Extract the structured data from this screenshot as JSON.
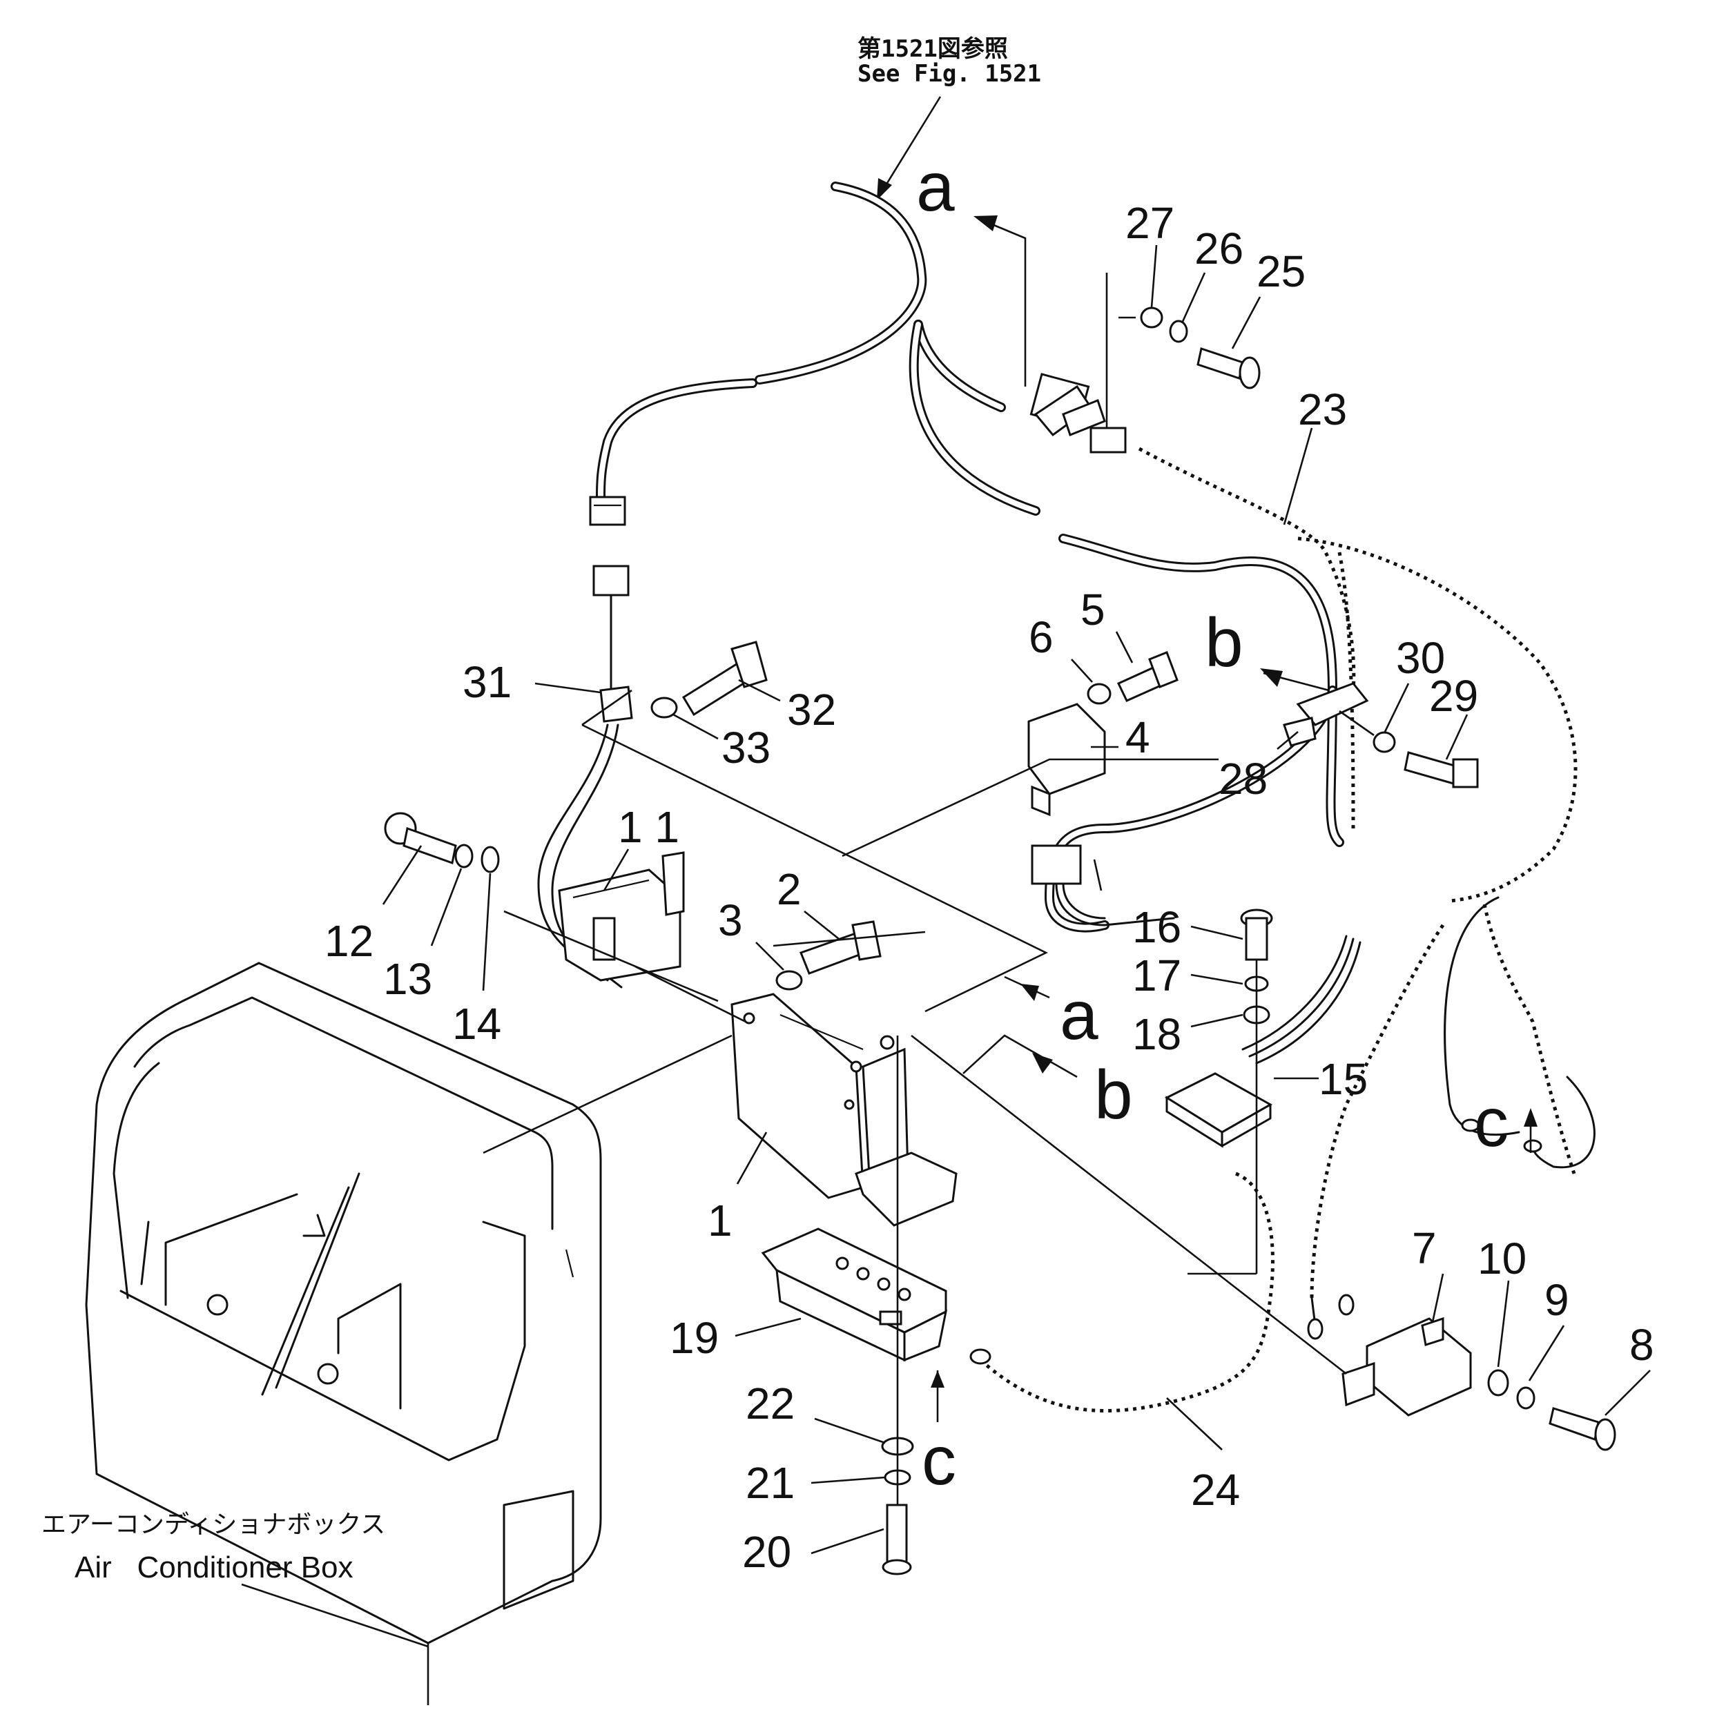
{
  "figure_ref": {
    "japanese": "第1521図参照",
    "english": "See Fig. 1521"
  },
  "box_label": {
    "japanese": "エアーコンディショナボックス",
    "english": "Air   Conditioner Box"
  },
  "view_letters": {
    "a": "a",
    "b": "b",
    "c": "c"
  },
  "callouts": {
    "n1": "1",
    "n2": "2",
    "n3": "3",
    "n4": "4",
    "n5": "5",
    "n6": "6",
    "n7": "7",
    "n8": "8",
    "n9": "9",
    "n10": "10",
    "n11": "1 1",
    "n12": "12",
    "n13": "13",
    "n14": "14",
    "n15": "15",
    "n16": "16",
    "n17": "17",
    "n18": "18",
    "n19": "19",
    "n20": "20",
    "n21": "21",
    "n22": "22",
    "n23": "23",
    "n24": "24",
    "n25": "25",
    "n26": "26",
    "n27": "27",
    "n28": "28",
    "n29": "29",
    "n30": "30",
    "n31": "31",
    "n32": "32",
    "n33": "33"
  }
}
